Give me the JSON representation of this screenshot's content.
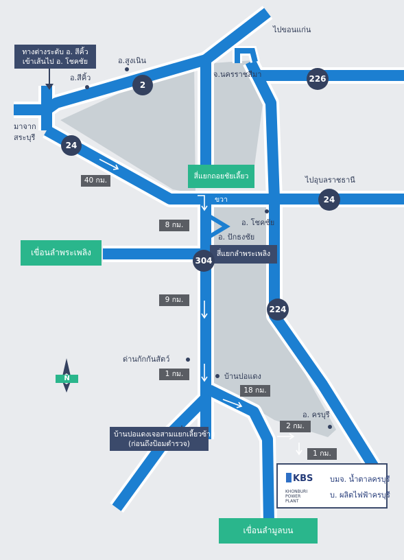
{
  "places": {
    "khon_kaen": "ไปขอนแก่น",
    "sung_noen": "อ.สูงเนิน",
    "si_khio": "อ.สีคิ้ว",
    "nakhon_ratchasima": "จ.นครราชสีมา",
    "saraburi": "มาจาก\nสระบุรี",
    "ubon": "ไปอุบลราชธานี",
    "chok_chai": "อ. โชคชัย",
    "pak_thong_chai": "อ. ปักธงชัย",
    "checkpoint": "ด่านกักกันสัตว์",
    "ban_pho_daeng": "บ้านปอแดง",
    "khon_buri": "อ. ครบุรี"
  },
  "notes": {
    "top_left": "ทางต่างระดับ อ. สีคิ้ว\nเข้าเส้นไป อ. โชคชัย",
    "bottom_left": "บ้านปอแดงเจอสามแยกเลี้ยวซ้าย\n(ก่อนถึงป้อมตำรวจ)",
    "turn_right": "สี่แยกถอยชัยเลี้ยวขวา",
    "lam_phra_ploeng_junction": "สี่แยกลำพระเพลิง"
  },
  "dams": {
    "lam_phra_ploeng": "เขื่อนลำพระเพลิง",
    "lam_mun_bon": "เขื่อนลำมูลบน"
  },
  "routes": {
    "r2": "2",
    "r226": "226",
    "r24a": "24",
    "r24b": "24",
    "r304": "304",
    "r224": "224"
  },
  "distances": {
    "d40": "40 กม.",
    "d8": "8 กม.",
    "d9": "9 กม.",
    "d1a": "1 กม.",
    "d18": "18 กม.",
    "d2": "2 กม.",
    "d1b": "1 กม."
  },
  "compass": "N",
  "company": {
    "logo": "KBS",
    "logo2": "KHONBURI POWER PLANT",
    "name1": "บมจ. น้ำตาลครบุรี",
    "name2": "บ. ผลิตไฟฟ้าครบุรี"
  },
  "colors": {
    "road": "#1c7fd1",
    "road_outline": "#ffffff",
    "area": "#c9d0d5",
    "route_badge": "#34415f",
    "dam": "#2ab68c"
  }
}
